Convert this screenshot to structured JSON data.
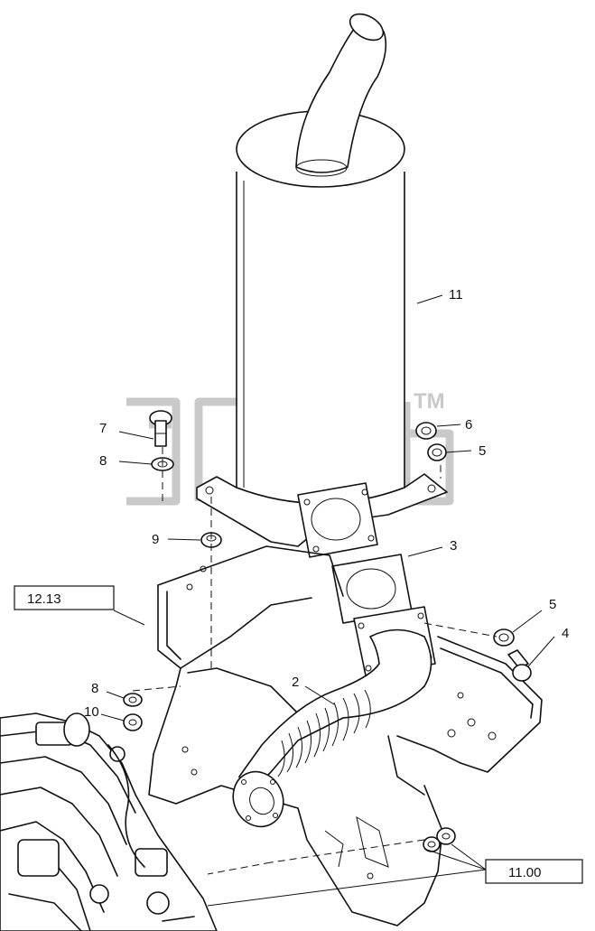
{
  "callouts": {
    "c11": "11",
    "c7": "7",
    "c8a": "8",
    "c6": "6",
    "c5a": "5",
    "c9": "9",
    "c3": "3",
    "c5b": "5",
    "c4": "4",
    "c2": "2",
    "c8b": "8",
    "c10": "10"
  },
  "references": {
    "ref_a": "12.13",
    "ref_b": "11.00"
  },
  "watermark": {
    "trademark": "TM"
  }
}
